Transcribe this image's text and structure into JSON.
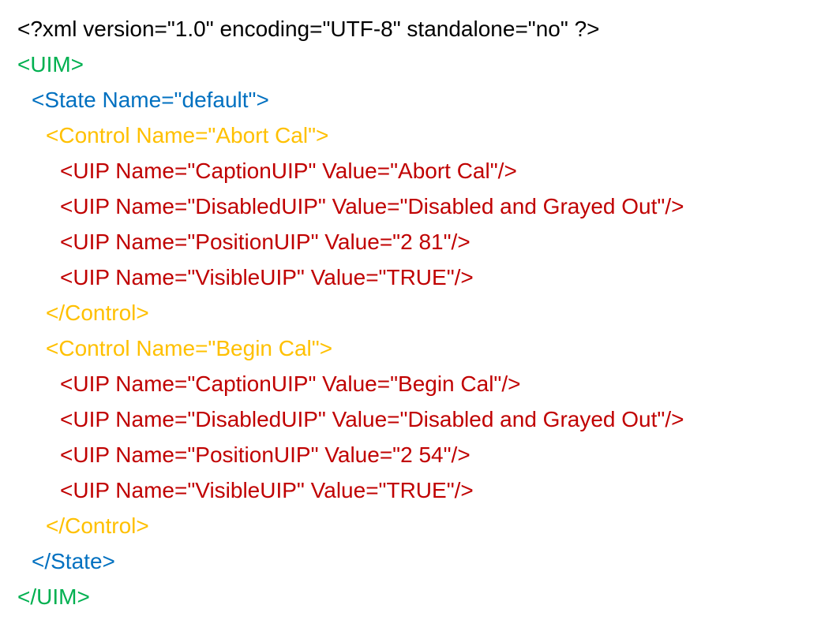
{
  "colors": {
    "declaration": "#000000",
    "uim": "#00B050",
    "state": "#0070C0",
    "control": "#FFC000",
    "uip": "#C00000"
  },
  "lines": [
    {
      "level": 0,
      "text": "<?xml version=\"1.0\" encoding=\"UTF-8\" standalone=\"no\" ?>"
    },
    {
      "level": 1,
      "text": "<UIM>"
    },
    {
      "level": 2,
      "text": "<State Name=\"default\">"
    },
    {
      "level": 3,
      "text": "<Control Name=\"Abort Cal\">"
    },
    {
      "level": 4,
      "text": "<UIP Name=\"CaptionUIP\" Value=\"Abort Cal\"/>"
    },
    {
      "level": 4,
      "text": "<UIP Name=\"DisabledUIP\" Value=\"Disabled and Grayed Out\"/>"
    },
    {
      "level": 4,
      "text": "<UIP Name=\"PositionUIP\" Value=\"2 81\"/>"
    },
    {
      "level": 4,
      "text": "<UIP Name=\"VisibleUIP\" Value=\"TRUE\"/>"
    },
    {
      "level": 3,
      "text": "</Control>"
    },
    {
      "level": 3,
      "text": "<Control Name=\"Begin Cal\">"
    },
    {
      "level": 4,
      "text": "<UIP Name=\"CaptionUIP\" Value=\"Begin Cal\"/>"
    },
    {
      "level": 4,
      "text": "<UIP Name=\"DisabledUIP\" Value=\"Disabled and Grayed Out\"/>"
    },
    {
      "level": 4,
      "text": "<UIP Name=\"PositionUIP\" Value=\"2 54\"/>"
    },
    {
      "level": 4,
      "text": "<UIP Name=\"VisibleUIP\" Value=\"TRUE\"/>"
    },
    {
      "level": 3,
      "text": "</Control>"
    },
    {
      "level": 2,
      "text": "</State>"
    },
    {
      "level": 1,
      "text": "</UIM>"
    }
  ]
}
